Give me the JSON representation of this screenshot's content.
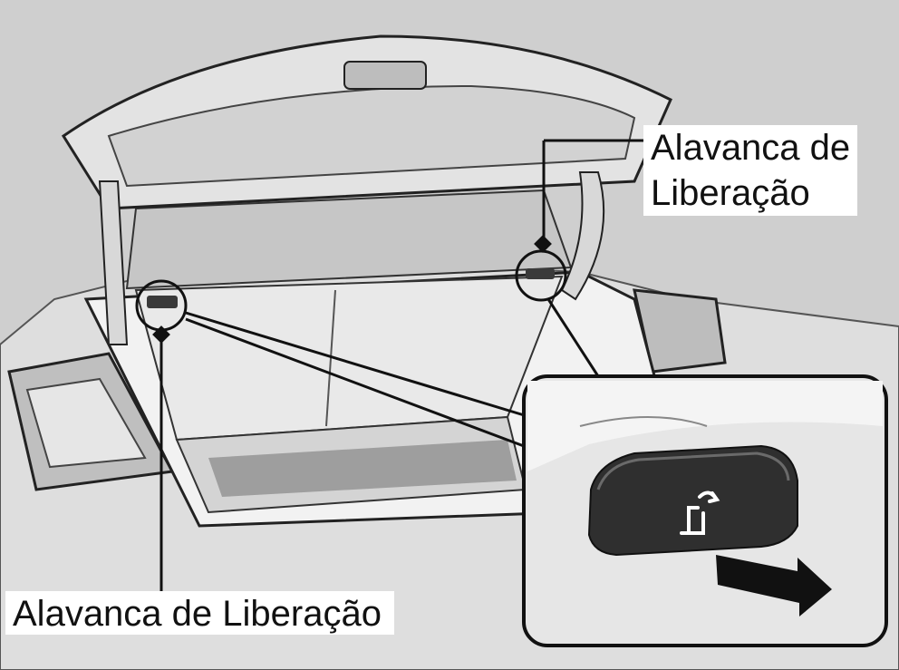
{
  "callouts": {
    "right_label_line1": "Alavanca de",
    "right_label_line2": "Liberação",
    "left_label": "Alavanca de Liberação"
  },
  "colors": {
    "background": "#cfcfcf",
    "body": "#dedede",
    "trunk_interior": "#e9e9e9",
    "dark_detail": "#3a3a3a",
    "outline": "#111111",
    "label_background": "#ffffff"
  },
  "icons": {
    "lever_symbol": "seatback-release-icon",
    "pull_direction": "pull-arrow-icon"
  }
}
